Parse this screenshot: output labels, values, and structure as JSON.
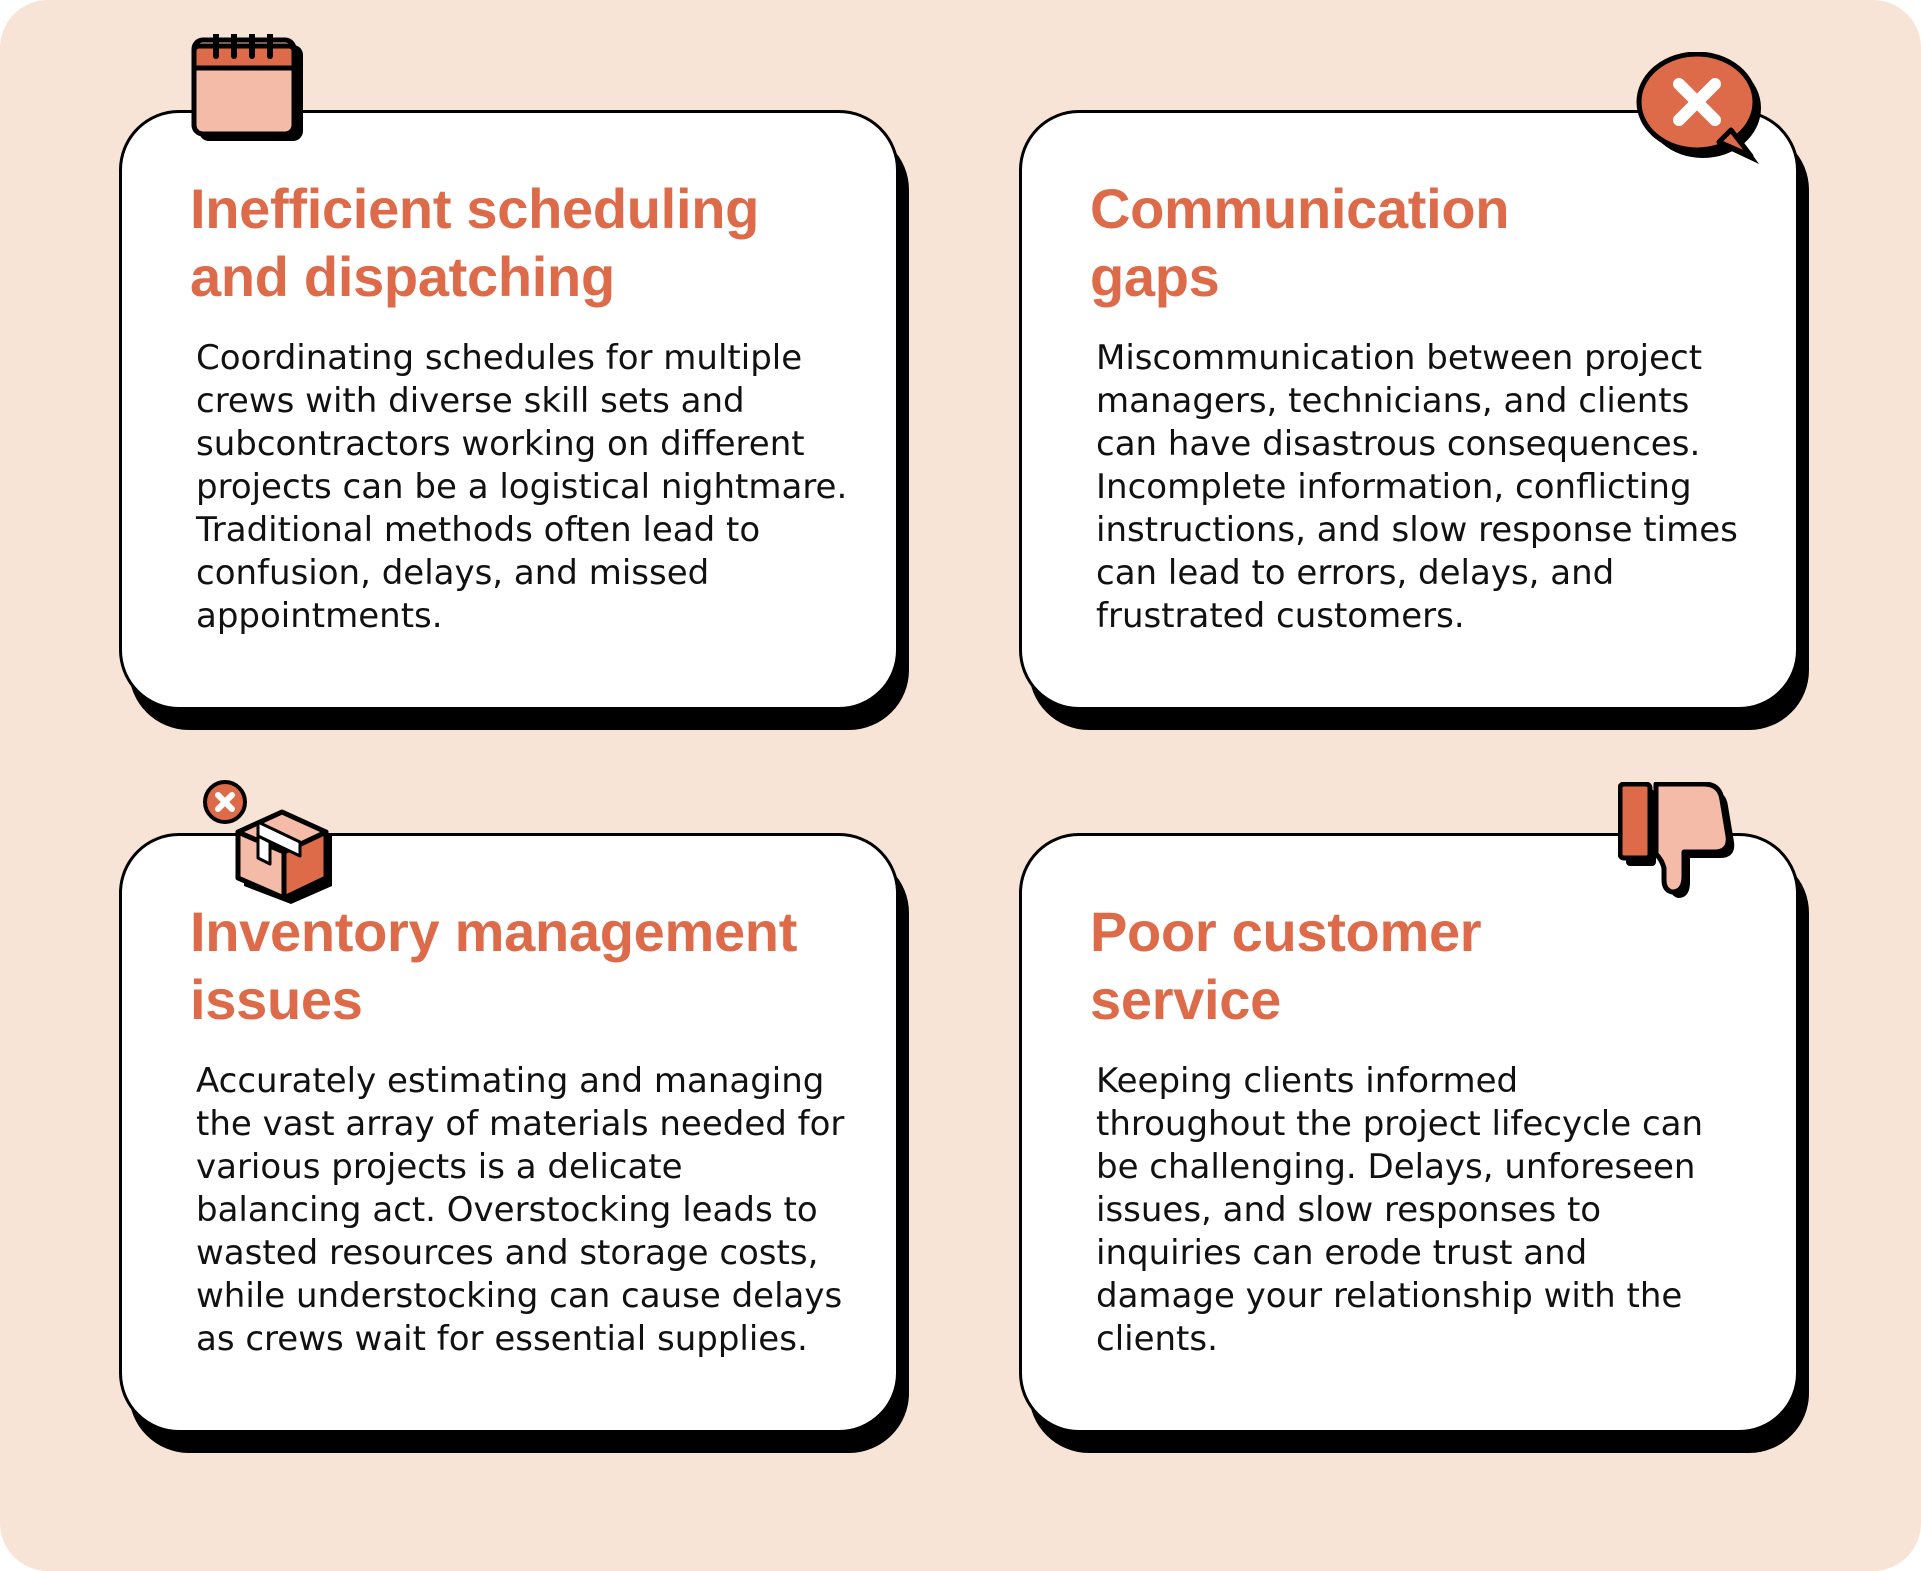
{
  "colors": {
    "background": "#f7e4d7",
    "accent": "#dd6b4a",
    "accent_light": "#f4bba9",
    "card": "#ffffff",
    "outline": "#000000"
  },
  "cards": [
    {
      "icon": "calendar-icon",
      "title_lines": [
        "Inefficient scheduling",
        "and dispatching"
      ],
      "body_lines": [
        "Coordinating schedules for multiple",
        "crews with diverse skill sets and",
        "subcontractors working on different",
        "projects can be a logistical nightmare.",
        "Traditional methods often lead to",
        "confusion, delays, and missed",
        "appointments."
      ]
    },
    {
      "icon": "chat-bubble-x-icon",
      "title_lines": [
        "Communication",
        "gaps"
      ],
      "body_lines": [
        "Miscommunication between project",
        "managers, technicians, and clients",
        "can have disastrous consequences.",
        "Incomplete information, conflicting",
        "instructions, and slow response times",
        "can lead to errors, delays, and",
        "frustrated customers."
      ]
    },
    {
      "icon": "box-x-icon",
      "title_lines": [
        "Inventory management",
        "issues"
      ],
      "body_lines": [
        "Accurately estimating and managing",
        "the vast array of materials needed for",
        "various projects is a delicate",
        "balancing act. Overstocking leads to",
        "wasted resources and storage costs,",
        "while understocking can cause delays",
        "as crews wait for essential supplies."
      ]
    },
    {
      "icon": "thumbs-down-icon",
      "title_lines": [
        "Poor customer",
        "service"
      ],
      "body_lines": [
        "Keeping clients informed",
        "throughout the project lifecycle can",
        "be challenging. Delays, unforeseen",
        "issues, and slow responses to",
        "inquiries can erode trust and",
        "damage your relationship with the",
        "clients."
      ]
    }
  ]
}
